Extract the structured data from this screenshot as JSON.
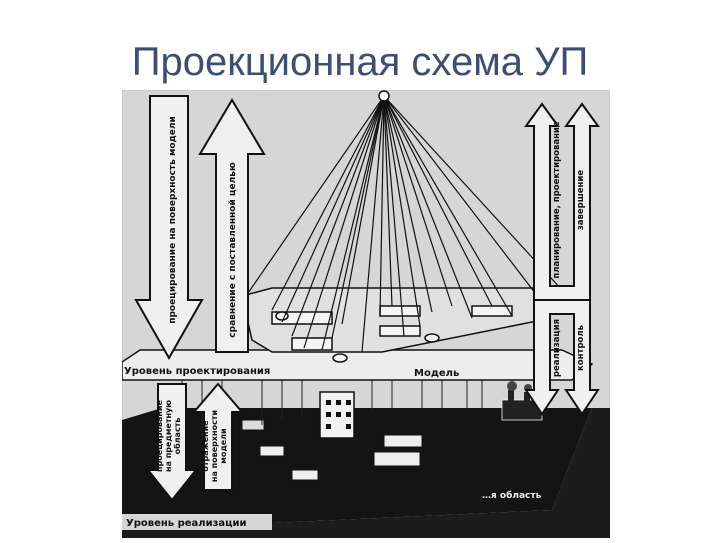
{
  "slide": {
    "title": "Проекционная схема УП"
  },
  "diagram": {
    "left_arrow_down": "проецирование на поверхность модели",
    "left_arrow_up": "сравнение с поставленной целью",
    "right_arrow_top_left": "планирование, проектирование",
    "right_arrow_top_right": "завершение",
    "right_arrow_bottom_left": "реализация",
    "right_arrow_bottom_right": "контроль",
    "lower_left_arrow_a_line1": "проецирование",
    "lower_left_arrow_a_line2": "на предметную",
    "lower_left_arrow_a_line3": "область",
    "lower_left_arrow_b_line1": "отражение",
    "lower_left_arrow_b_line2": "на поверхности",
    "lower_left_arrow_b_line3": "модели",
    "design_level_label": "Уровень проектирования",
    "model_label": "Модель",
    "subject_area_label": "…я область",
    "implementation_level_label": "Уровень реализации"
  },
  "colors": {
    "title": "#3c4f72",
    "paper": "#d9d9d9",
    "ink": "#111111"
  }
}
